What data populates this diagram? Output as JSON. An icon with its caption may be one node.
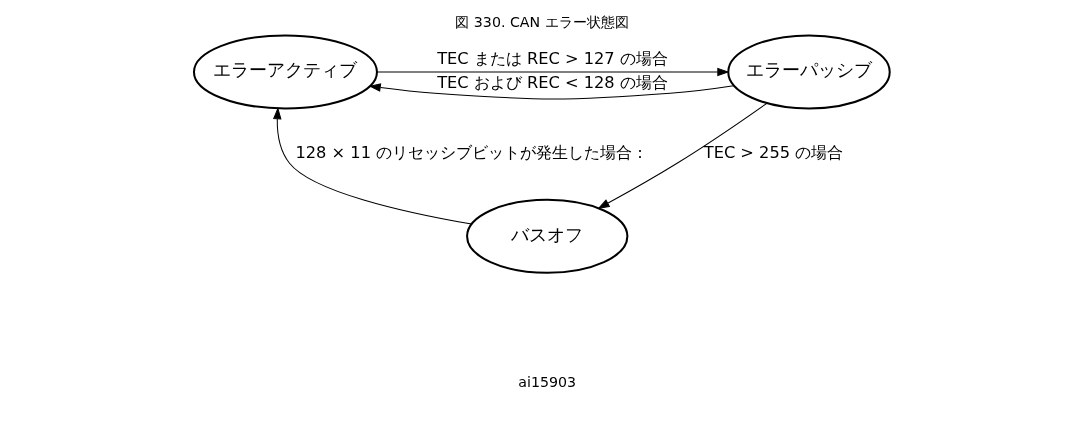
{
  "diagram": {
    "title": "図 330. CAN エラー状態図",
    "nodes": [
      {
        "text": [
          "エラーアクティブ"
        ]
      },
      {
        "text": [
          "エラーパッシブ"
        ]
      },
      {
        "text": [
          "バスオフ"
        ]
      }
    ],
    "edges": [
      {
        "from": 0,
        "to": 1,
        "arrow": "to",
        "label": "TEC または REC > 127 の場合"
      },
      {
        "from": 1,
        "to": 0,
        "arrow": "to",
        "label": "TEC および REC < 128 の場合"
      },
      {
        "from": 1,
        "to": 2,
        "arrow": "to",
        "label": "TEC > 255 の場合"
      },
      {
        "from": 2,
        "to": 0,
        "arrow": "to",
        "label": "128 × 11 のリセッシブビットが発生した場合 :"
      }
    ],
    "labels": [
      "ai15903"
    ]
  }
}
